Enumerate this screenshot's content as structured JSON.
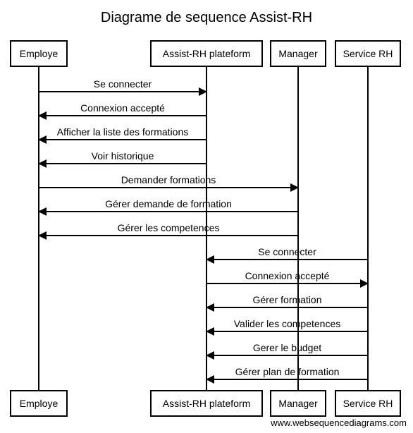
{
  "title": "Diagrame de sequence Assist-RH",
  "participants": [
    {
      "id": "employe",
      "label": "Employe"
    },
    {
      "id": "assist",
      "label": "Assist-RH plateform"
    },
    {
      "id": "manager",
      "label": "Manager"
    },
    {
      "id": "service",
      "label": "Service RH"
    }
  ],
  "messages": [
    {
      "from": "employe",
      "to": "assist",
      "label": "Se connecter"
    },
    {
      "from": "assist",
      "to": "employe",
      "label": "Connexion accepté"
    },
    {
      "from": "assist",
      "to": "employe",
      "label": "Afficher la liste des formations"
    },
    {
      "from": "assist",
      "to": "employe",
      "label": "Voir historique"
    },
    {
      "from": "employe",
      "to": "manager",
      "label": "Demander formations"
    },
    {
      "from": "manager",
      "to": "employe",
      "label": "Gérer demande de formation"
    },
    {
      "from": "manager",
      "to": "employe",
      "label": "Gérer les competences"
    },
    {
      "from": "service",
      "to": "assist",
      "label": "Se connecter"
    },
    {
      "from": "assist",
      "to": "service",
      "label": "Connexion accepté"
    },
    {
      "from": "service",
      "to": "assist",
      "label": "Gérer formation"
    },
    {
      "from": "service",
      "to": "assist",
      "label": "Valider les competences"
    },
    {
      "from": "service",
      "to": "assist",
      "label": "Gerer le budget"
    },
    {
      "from": "service",
      "to": "assist",
      "label": "Gérer plan de formation"
    }
  ],
  "footer": "www.websequencediagrams.com"
}
